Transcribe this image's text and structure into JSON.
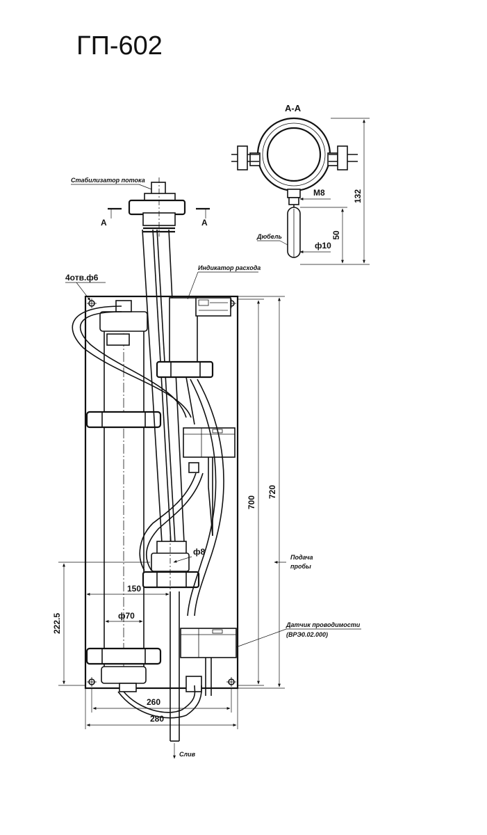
{
  "title": "ГП-602",
  "section": {
    "label": "А-А",
    "cut_left": "A",
    "cut_right": "A"
  },
  "labels": {
    "flow_stabilizer": "Стабилизатор потока",
    "flow_indicator": "Индикатор расхода",
    "holes": "4отв.ф6",
    "dowel": "Дюбель",
    "probe_feed_line1": "Подача",
    "probe_feed_line2": "пробы",
    "sensor_line1": "Датчик проводимости",
    "sensor_line2": "(ВРЭ0.02.000)",
    "drain": "Слив"
  },
  "dimensions": {
    "d132": "132",
    "d50": "50",
    "m8": "М8",
    "phi10": "ф10",
    "d700": "700",
    "d720": "720",
    "phi8": "ф8",
    "d150": "150",
    "phi70": "ф70",
    "d222": "222.5",
    "d260": "260",
    "d280": "280"
  }
}
